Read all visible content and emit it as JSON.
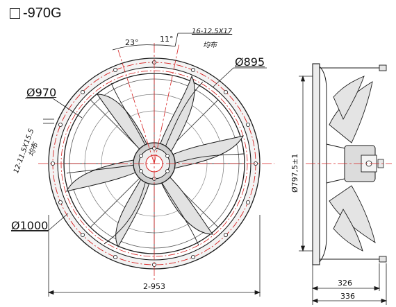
{
  "title": {
    "box_icon": "square-outline-icon",
    "model": "-970G"
  },
  "labels": {
    "d970": "Ø970",
    "d895": "Ø895",
    "d1000": "Ø1000",
    "angle23": "23°",
    "angle11": "11°",
    "holes_top": "16-12.5X17",
    "holes_top_note": "均布",
    "holes_left": "12-11.5X15.5",
    "holes_left_note": "均布",
    "width_953": "2-953",
    "d797": "Ø797,5±1",
    "depth326": "326",
    "depth336": "336"
  },
  "colors": {
    "line": "#1a1a1a",
    "centerline": "#d62020"
  }
}
